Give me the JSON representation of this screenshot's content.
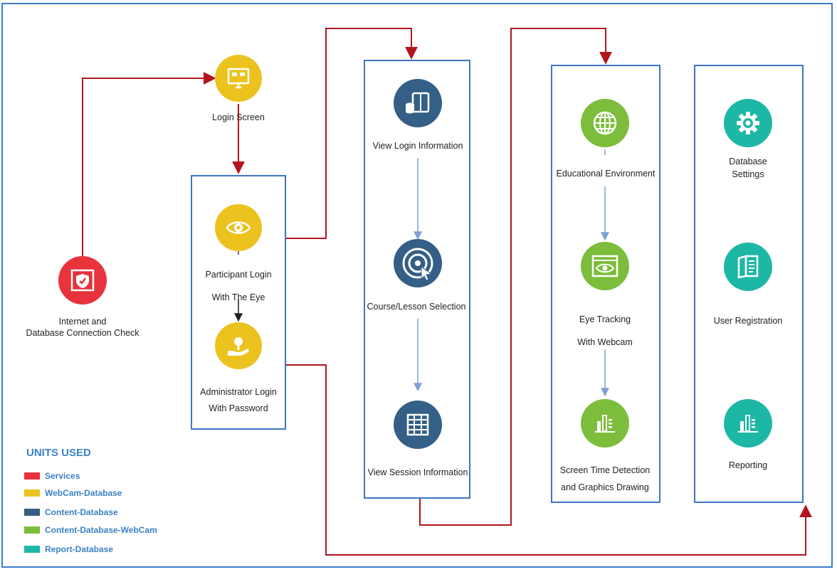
{
  "colors": {
    "frame": "#3d7cc9",
    "box_border": "#3f74c8",
    "flow_arrow": "#b3151f",
    "inner_arrow": "#7f9fd6",
    "services": "#e8323c",
    "webcam_database": "#ecc21e",
    "content_database": "#345f86",
    "content_database_webcam": "#7cbd3c",
    "report_database": "#1db7a6"
  },
  "nodes": {
    "connection_check": {
      "label_line1": "Internet and",
      "label_line2": "Database Connection Check",
      "icon": "shield-check-icon"
    },
    "login_screen": {
      "label": "Login Screen",
      "icon": "monitor-icon"
    },
    "participant_login": {
      "label_line1": "Participant Login",
      "label_line2": "With The Eye",
      "icon": "eye-icon"
    },
    "admin_login": {
      "label_line1": "Administrator Login",
      "label_line2": "With Password",
      "icon": "hand-key-icon"
    },
    "view_login_info": {
      "label": "View Login Information",
      "icon": "book-database-icon"
    },
    "course_selection": {
      "label": "Course/Lesson Selection",
      "icon": "target-cursor-icon"
    },
    "view_session_info": {
      "label": "View Session Information",
      "icon": "grid-table-icon"
    },
    "educational_env": {
      "label": "Educational Environment",
      "icon": "globe-icon"
    },
    "eye_tracking": {
      "label_line1": "Eye Tracking",
      "label_line2": "With Webcam",
      "icon": "eye-window-icon"
    },
    "screen_time": {
      "label_line1": "Screen Time Detection",
      "label_line2": "and Graphics Drawing",
      "icon": "bar-chart-icon"
    },
    "database_settings": {
      "label_line1": "Database",
      "label_line2": "Settings",
      "icon": "gear-icon"
    },
    "user_registration": {
      "label": "User Registration",
      "icon": "registration-book-icon"
    },
    "reporting": {
      "label": "Reporting",
      "icon": "bar-chart-icon"
    }
  },
  "legend": {
    "title": "UNITS USED",
    "items": [
      {
        "label": "Services",
        "color": "#e8323c"
      },
      {
        "label": "WebCam-Database",
        "color": "#ecc21e"
      },
      {
        "label": "Content-Database",
        "color": "#345f86"
      },
      {
        "label": "Content-Database-WebCam",
        "color": "#7cbd3c"
      },
      {
        "label": "Report-Database",
        "color": "#1db7a6"
      }
    ]
  }
}
